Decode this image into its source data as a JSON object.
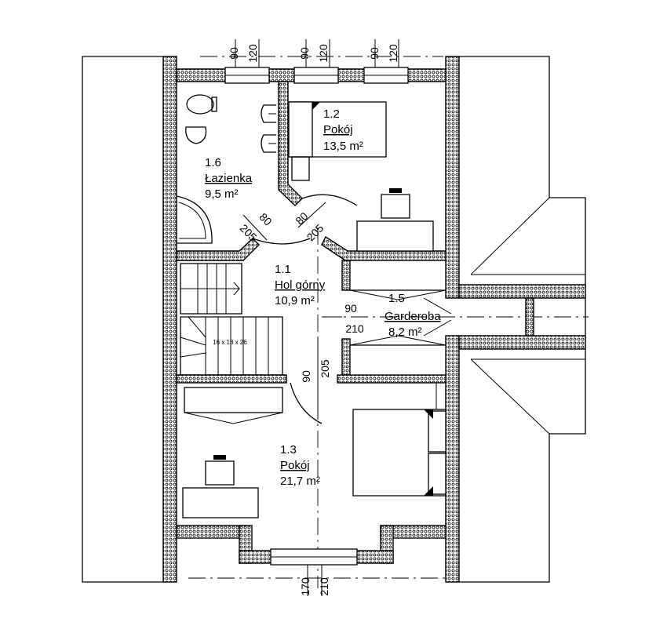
{
  "rooms": {
    "r12": {
      "number": "1.2",
      "name": "Pokój",
      "area": "13,5 m²"
    },
    "r16": {
      "number": "1.6",
      "name": "Łazienka",
      "area": "9,5 m²"
    },
    "r11": {
      "number": "1.1",
      "name": "Hol górny",
      "area": "10,9 m²"
    },
    "r15": {
      "number": "1.5",
      "name": "Garderoba",
      "area": "8,2 m²"
    },
    "r13": {
      "number": "1.3",
      "name": "Pokój",
      "area": "21,7 m²"
    }
  },
  "top_windows": {
    "w1": {
      "a": "90",
      "b": "120"
    },
    "w2": {
      "a": "90",
      "b": "120"
    },
    "w3": {
      "a": "90",
      "b": "120"
    }
  },
  "bottom_window": {
    "a": "170",
    "b": "210"
  },
  "doors": {
    "bath": {
      "width": "80",
      "height": "205"
    },
    "room12": {
      "width": "80",
      "height": "205"
    },
    "closet": {
      "width": "90",
      "height": "210"
    },
    "room13": {
      "width": "90",
      "height": "205"
    }
  },
  "stairs_label": "16 x 18 x 26"
}
